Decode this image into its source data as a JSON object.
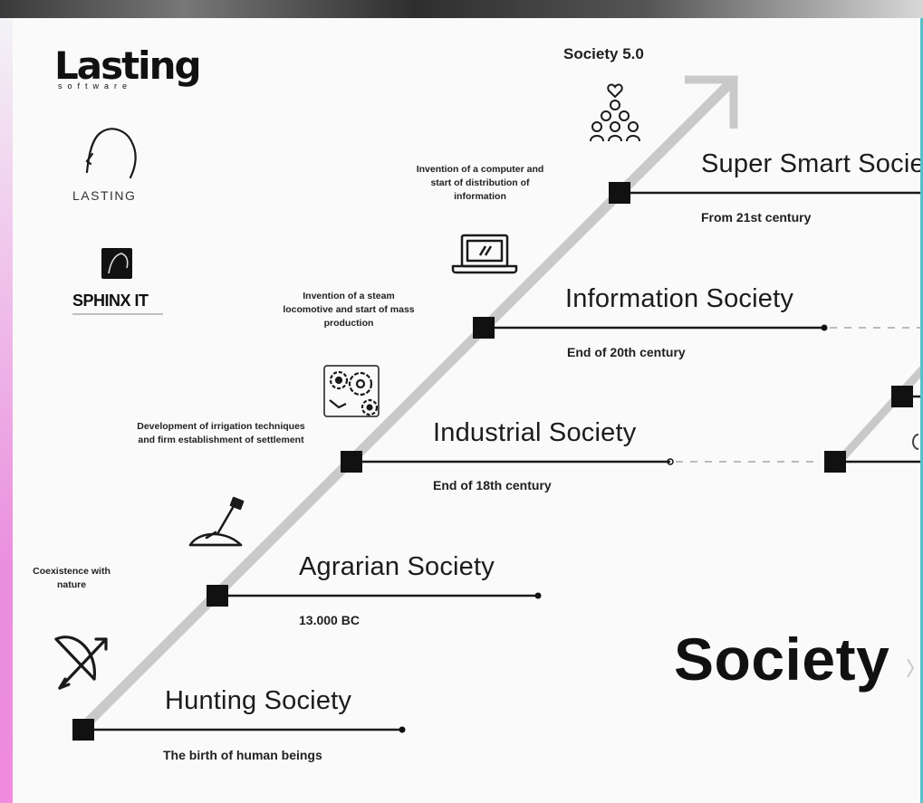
{
  "headline": "Society 5.0",
  "big_title": "Society",
  "logos": {
    "lasting_software_wordmark": "Lasting",
    "lasting_software_sub": "software",
    "lasting_label": "LASTING",
    "sphinx_label": "SPHINX IT"
  },
  "stages": [
    {
      "title": "Hunting Society",
      "date": "The birth of human beings",
      "description": "Coexistence with nature",
      "icon": "bow-and-arrow-icon"
    },
    {
      "title": "Agrarian Society",
      "date": "13.000 BC",
      "description": "Development of irrigation techniques and firm establishment of settlement",
      "icon": "shovel-icon"
    },
    {
      "title": "Industrial Society",
      "date": "End of 18th century",
      "description": "Invention of a steam locomotive and start of mass production",
      "icon": "gears-icon"
    },
    {
      "title": "Information Society",
      "date": "End of 20th century",
      "description": "Invention of a computer and start of distribution of information",
      "icon": "laptop-icon"
    },
    {
      "title": "Super Smart Socie",
      "date": "From 21st century",
      "description": "",
      "icon": "people-heart-icon"
    }
  ],
  "colors": {
    "diagonal": "#c9c9c9",
    "node": "#111111",
    "line": "#1a1a1a",
    "dashed": "#bbbbbb",
    "left_border": "#ea8ede",
    "right_border": "#58c0c8"
  }
}
